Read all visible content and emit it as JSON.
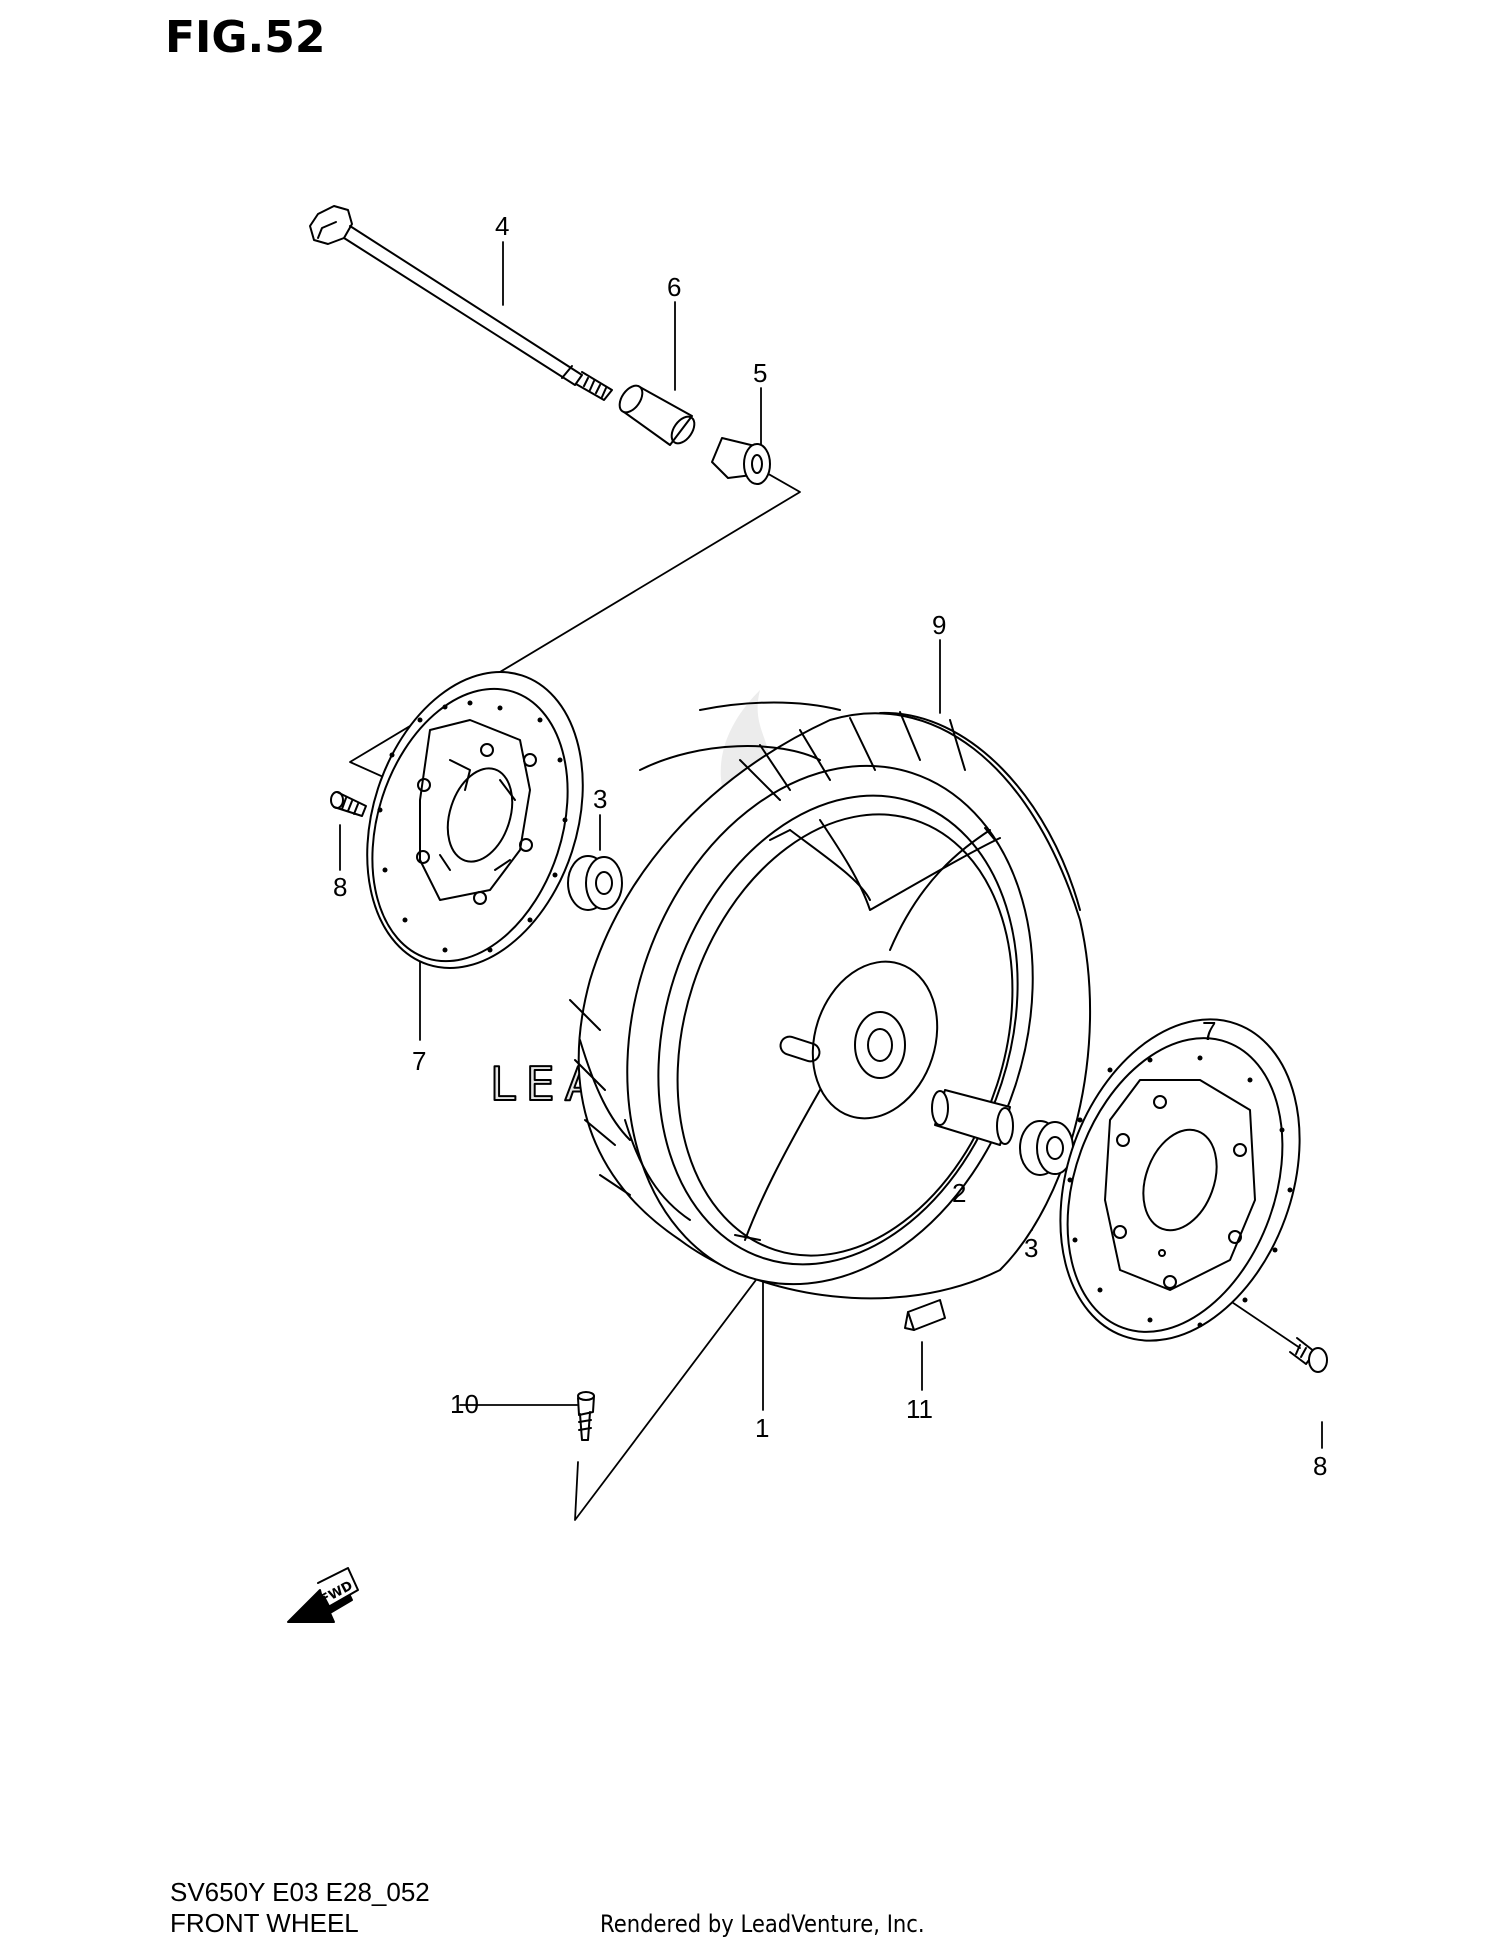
{
  "figure": {
    "title": "FIG.52",
    "code": "SV650Y E03 E28_052",
    "name": "FRONT WHEEL",
    "credit": "Rendered by LeadVenture, Inc."
  },
  "watermark": {
    "text": "LEADVENTURE"
  },
  "callouts": {
    "c1": "1",
    "c2": "2",
    "c3a": "3",
    "c3b": "3",
    "c4": "4",
    "c5": "5",
    "c6": "6",
    "c7a": "7",
    "c7b": "7",
    "c8a": "8",
    "c8b": "8",
    "c9": "9",
    "c10": "10",
    "c11": "11"
  },
  "fwd_label": "FWD",
  "colors": {
    "line": "#000000",
    "watermark": "#e6e6e6",
    "background": "#ffffff"
  }
}
